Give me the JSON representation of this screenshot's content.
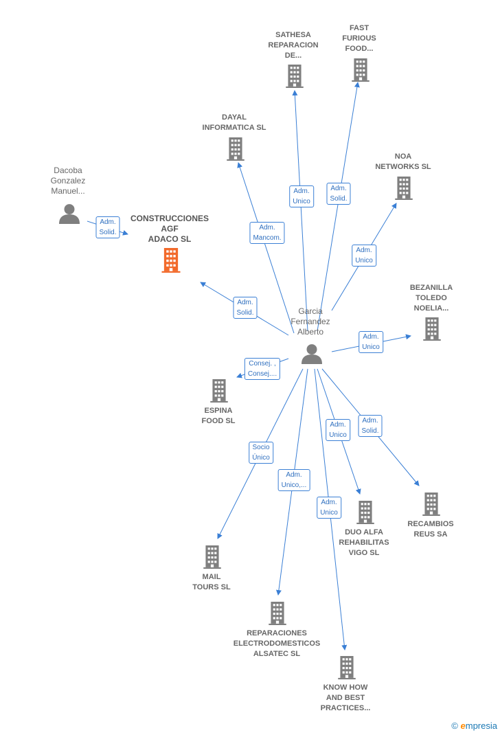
{
  "colors": {
    "edge": "#3a7fd5",
    "building": "#7f7f7f",
    "building_main": "#f26a2b",
    "person": "#7f7f7f"
  },
  "nodes": [
    {
      "id": "center",
      "kind": "person",
      "lines": [
        "Garcia",
        "Fernandez",
        "Alberto"
      ]
    },
    {
      "id": "dacoba",
      "kind": "person",
      "lines": [
        "Dacoba",
        "Gonzalez",
        "Manuel..."
      ]
    },
    {
      "id": "construcciones",
      "kind": "main",
      "lines": [
        "CONSTRUCCIONES",
        "AGF",
        "ADACO  SL"
      ]
    },
    {
      "id": "sathesa",
      "kind": "company",
      "lines": [
        "SATHESA",
        "REPARACION",
        "DE..."
      ]
    },
    {
      "id": "fast",
      "kind": "company",
      "lines": [
        "FAST",
        "FURIOUS",
        "FOOD..."
      ]
    },
    {
      "id": "dayal",
      "kind": "company",
      "lines": [
        "DAYAL",
        "INFORMATICA SL"
      ]
    },
    {
      "id": "noa",
      "kind": "company",
      "lines": [
        "NOA",
        "NETWORKS SL"
      ]
    },
    {
      "id": "bezanilla",
      "kind": "company",
      "lines": [
        "BEZANILLA",
        "TOLEDO",
        "NOELIA..."
      ]
    },
    {
      "id": "espina",
      "kind": "company",
      "lines": [
        "ESPINA",
        "FOOD  SL"
      ]
    },
    {
      "id": "mail",
      "kind": "company",
      "lines": [
        "MAIL",
        "TOURS  SL"
      ]
    },
    {
      "id": "reparaciones",
      "kind": "company",
      "lines": [
        "REPARACIONES",
        "ELECTRODOMESTICOS",
        "ALSATEC  SL"
      ]
    },
    {
      "id": "knowhow",
      "kind": "company",
      "lines": [
        "KNOW HOW",
        "AND BEST",
        "PRACTICES..."
      ]
    },
    {
      "id": "duoalfa",
      "kind": "company",
      "lines": [
        "DUO ALFA",
        "REHABILITAS",
        "VIGO SL"
      ]
    },
    {
      "id": "recambios",
      "kind": "company",
      "lines": [
        "RECAMBIOS",
        "REUS SA"
      ]
    }
  ],
  "edges": [
    {
      "from": "dacoba",
      "to": "construcciones",
      "lines": [
        "Adm.",
        "Solid."
      ]
    },
    {
      "from": "center",
      "to": "construcciones",
      "lines": [
        "Adm.",
        "Solid."
      ]
    },
    {
      "from": "center",
      "to": "dayal",
      "lines": [
        "Adm.",
        "Mancom."
      ]
    },
    {
      "from": "center",
      "to": "sathesa",
      "lines": [
        "Adm.",
        "Unico"
      ]
    },
    {
      "from": "center",
      "to": "fast",
      "lines": [
        "Adm.",
        "Solid."
      ]
    },
    {
      "from": "center",
      "to": "noa",
      "lines": [
        "Adm.",
        "Unico"
      ]
    },
    {
      "from": "center",
      "to": "bezanilla",
      "lines": [
        "Adm.",
        "Unico"
      ]
    },
    {
      "from": "center",
      "to": "espina",
      "lines": [
        "Consej. ,",
        "Consej...."
      ]
    },
    {
      "from": "center",
      "to": "mail",
      "lines": [
        "Socio",
        "Único"
      ]
    },
    {
      "from": "center",
      "to": "reparaciones",
      "lines": [
        "Adm.",
        "Unico,..."
      ]
    },
    {
      "from": "center",
      "to": "knowhow",
      "lines": [
        "Adm.",
        "Unico"
      ]
    },
    {
      "from": "center",
      "to": "duoalfa",
      "lines": [
        "Adm.",
        "Unico"
      ]
    },
    {
      "from": "center",
      "to": "recambios",
      "lines": [
        "Adm.",
        "Solid."
      ]
    }
  ],
  "brand": {
    "symbol": "©",
    "initial": "e",
    "rest": "mpresia"
  }
}
